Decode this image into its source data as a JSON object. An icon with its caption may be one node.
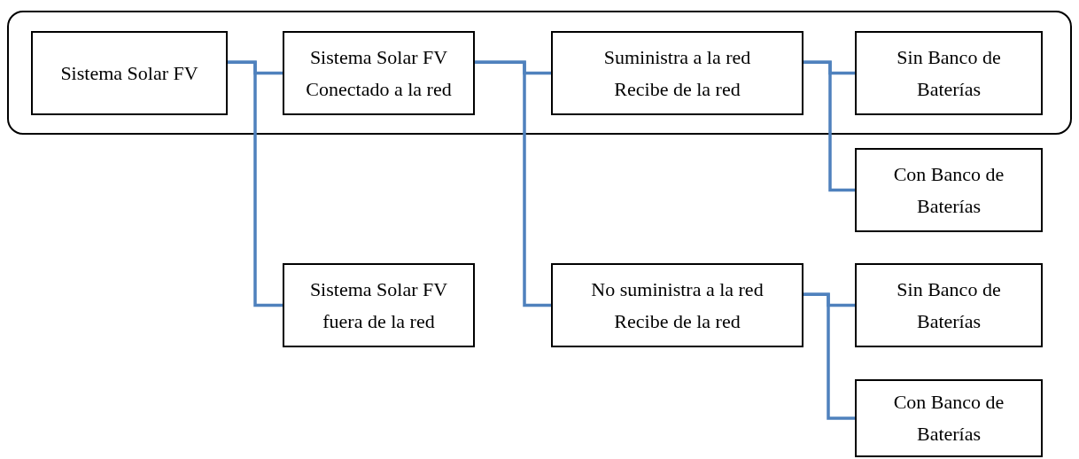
{
  "diagram": {
    "nodes": [
      {
        "text": [],
        "shape": "box"
      },
      {
        "text": [
          "Sistema Solar FV"
        ],
        "in": 0
      },
      {
        "text": [
          "Sistema Solar FV Conectado a la red"
        ],
        "in": 0
      },
      {
        "text": [
          "Suministra a la red",
          "Recibe de la red"
        ],
        "in": 0
      },
      {
        "text": [
          "Sin Banco de Baterías"
        ],
        "in": 0
      },
      {
        "text": [
          "Con Banco de Baterías"
        ]
      },
      {
        "text": [
          "Sistema Solar FV fuera de la red"
        ]
      },
      {
        "text": [
          "No suministra a la red",
          "Recibe de la red"
        ]
      },
      {
        "text": [
          "Sin Banco de Baterías"
        ]
      },
      {
        "text": [
          "Con Banco de Baterías"
        ]
      }
    ],
    "edges": [
      {
        "from": 1,
        "to": 2,
        "arrow": "none"
      },
      {
        "from": 1,
        "to": 6,
        "arrow": "none"
      },
      {
        "from": 2,
        "to": 3,
        "arrow": "none"
      },
      {
        "from": 2,
        "to": 7,
        "arrow": "none"
      },
      {
        "from": 3,
        "to": 4,
        "arrow": "none"
      },
      {
        "from": 3,
        "to": 5,
        "arrow": "none"
      },
      {
        "from": 7,
        "to": 8,
        "arrow": "none"
      },
      {
        "from": 7,
        "to": 9,
        "arrow": "none"
      }
    ]
  }
}
